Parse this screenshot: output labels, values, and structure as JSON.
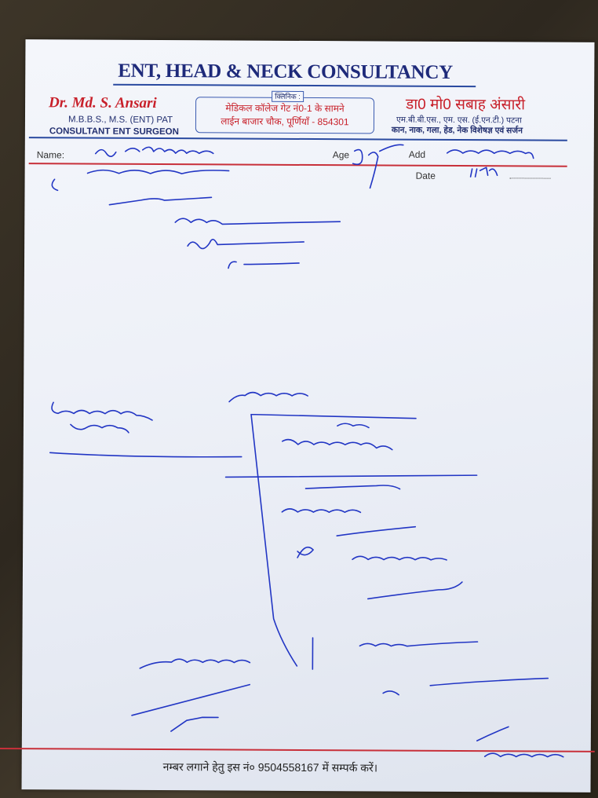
{
  "letterhead": {
    "title": "ENT, HEAD  & NECK CONSULTANCY",
    "doctor_en": "Dr. Md. S. Ansari",
    "degrees_en": "M.B.B.S., M.S. (ENT) PAT",
    "role_en": "CONSULTANT ENT SURGEON",
    "clinic_label": "क्लिनिक :",
    "clinic_line1": "मेडिकल कॉलेज गेट नं0-1 के सामने",
    "clinic_line2": "लाईन बाजार चौक, पूर्णियाँ - 854301",
    "doctor_hi": "डा0 मो0 सबाह अंसारी",
    "degrees_hi": "एम.बी.बी.एस., एम. एस. (ई.एन.टी.) पटना",
    "specialty_hi": "कान, नाक, गला, हेड, नेक विशेषज्ञ एवं सर्जन"
  },
  "form": {
    "name_label": "Name:",
    "age_label": "Age",
    "address_label": "Add",
    "date_label": "Date"
  },
  "footer": {
    "contact_text": "नम्बर लगाने हेतु इस नं० 9504558167 में सम्पर्क करें।"
  },
  "colors": {
    "ink": "#2236c4",
    "brand_red": "#c8202a",
    "brand_blue": "#1e2a7a"
  }
}
